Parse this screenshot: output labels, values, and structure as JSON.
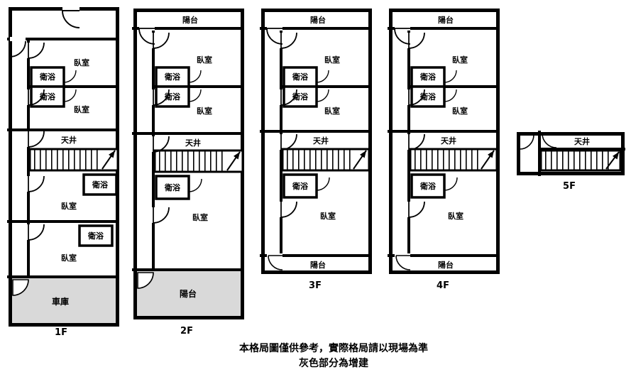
{
  "floors": [
    {
      "label": "1F",
      "rooms": {
        "bedroom_a": "臥室",
        "bath_a": "衛浴",
        "bath_b": "衛浴",
        "bedroom_b": "臥室",
        "lightwell": "天井",
        "bath_c": "衛浴",
        "bedroom_c": "臥室",
        "bath_d": "衛浴",
        "bedroom_d": "臥室",
        "garage": "車庫"
      }
    },
    {
      "label": "2F",
      "rooms": {
        "balcony_top": "陽台",
        "bedroom_a": "臥室",
        "bath_a": "衛浴",
        "bath_b": "衛浴",
        "bedroom_b": "臥室",
        "lightwell": "天井",
        "bath_c": "衛浴",
        "bedroom_c": "臥室",
        "balcony_bottom": "陽台"
      }
    },
    {
      "label": "3F",
      "rooms": {
        "balcony_top": "陽台",
        "bedroom_a": "臥室",
        "bath_a": "衛浴",
        "bath_b": "衛浴",
        "bedroom_b": "臥室",
        "lightwell": "天井",
        "bath_c": "衛浴",
        "bedroom_c": "臥室",
        "balcony_bottom": "陽台"
      }
    },
    {
      "label": "4F",
      "rooms": {
        "balcony_top": "陽台",
        "bedroom_a": "臥室",
        "bath_a": "衛浴",
        "bath_b": "衛浴",
        "bedroom_b": "臥室",
        "lightwell": "天井",
        "bath_c": "衛浴",
        "bedroom_c": "臥室",
        "balcony_bottom": "陽台"
      }
    },
    {
      "label": "5F",
      "rooms": {
        "lightwell": "天井"
      }
    }
  ],
  "footnote": {
    "line1": "本格局圖僅供參考，實際格局請以現場為準",
    "line2": "灰色部分為增建"
  },
  "colors": {
    "addition_fill": "#d9d9d9",
    "wall": "#000000",
    "background": "#ffffff"
  }
}
